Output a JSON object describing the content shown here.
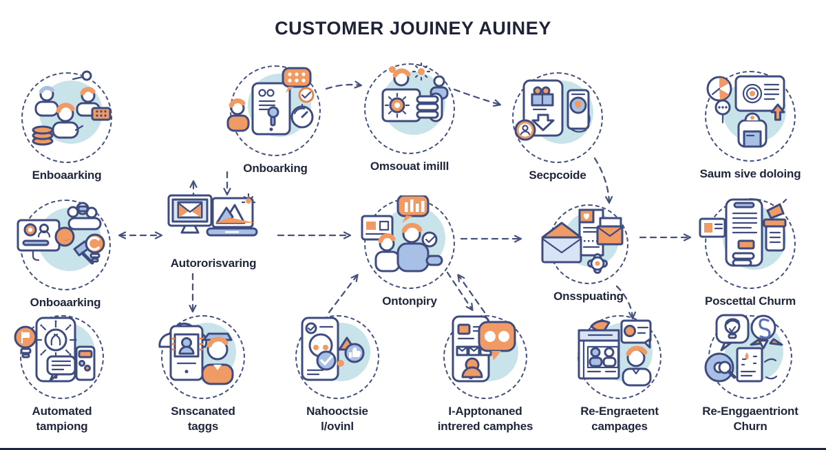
{
  "title": "CUSTOMER JOUINEY AUINEY",
  "colors": {
    "accent_orange": "#F09B66",
    "line_blue": "#3E4B7E",
    "light_blue": "#A9C0E6",
    "pale_teal": "#C9E3EA",
    "text": "#20263B",
    "background": "#FFFFFF",
    "bottom_bar": "#1C2440"
  },
  "clusters": [
    {
      "id": "enboaarking",
      "label": "Enboaarking",
      "icon": "people-coins-icon"
    },
    {
      "id": "onboarking",
      "label": "Onboarking",
      "icon": "tablet-chat-timer-icon"
    },
    {
      "id": "omsouat-imilll",
      "label": "Omsouat imilll",
      "icon": "card-gear-hand-icon"
    },
    {
      "id": "secpcoide",
      "label": "Secpcoide",
      "icon": "gift-download-phone-icon"
    },
    {
      "id": "saum-sive-doloing",
      "label": "Saum sive doloing",
      "icon": "target-screen-pie-icon"
    },
    {
      "id": "onboaarking",
      "label": "Onboaarking",
      "icon": "screen-gavel-bulb-icon"
    },
    {
      "id": "autororisvaring",
      "label": "Autororisvaring",
      "icon": "monitor-laptop-chart-icon"
    },
    {
      "id": "ontonpiry",
      "label": "Ontonpiry",
      "icon": "people-chat-check-icon"
    },
    {
      "id": "onsspuating",
      "label": "Onsspuating",
      "icon": "envelopes-receipt-icon"
    },
    {
      "id": "poscettal-churm",
      "label": "Poscettal Churm",
      "icon": "phone-bottle-megaphone-icon"
    },
    {
      "id": "automated-tampiong",
      "label": "Automated\ntampiong",
      "icon": "tablet-network-bulb-icon"
    },
    {
      "id": "snscanated-taggs",
      "label": "Snscanated\ntaggs",
      "icon": "phone-scan-person-icon"
    },
    {
      "id": "nahooctsie-lovinl",
      "label": "Nahooctsie\nl/ovinl",
      "icon": "phone-approve-thumb-icon"
    },
    {
      "id": "i-apptonaned",
      "label": "I-Apptonaned\nintrered camphes",
      "icon": "phone-bot-chat-icon"
    },
    {
      "id": "re-engraetent-campages",
      "label": "Re-Engraetent\ncampages",
      "icon": "book-people-card-icon"
    },
    {
      "id": "re-enggaentriont-churn",
      "label": "Re-Enggaentriont\nChurn",
      "icon": "bulb-disc-doc-icon"
    }
  ]
}
